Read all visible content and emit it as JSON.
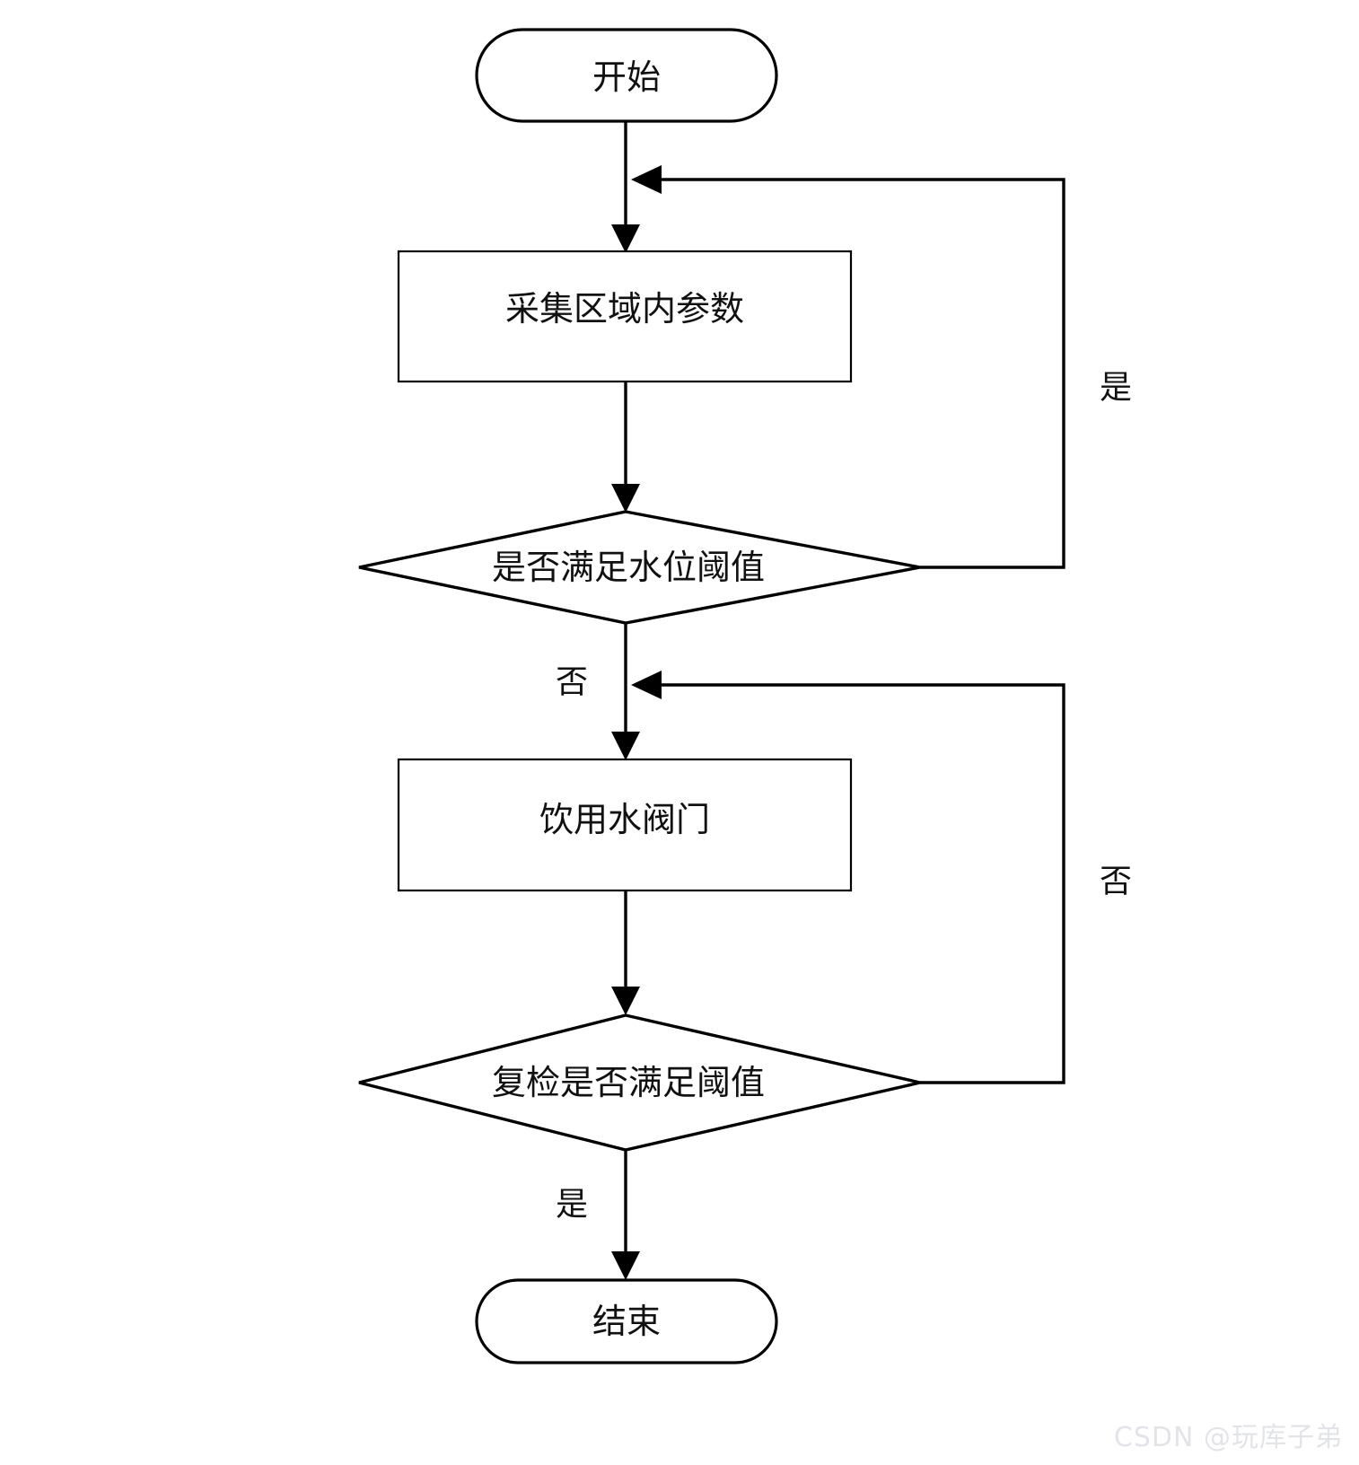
{
  "diagram": {
    "type": "flowchart",
    "title": "",
    "orientation": "top-to-bottom",
    "background_color": "#ffffff",
    "line_color": "#000000",
    "text_color": "#111111",
    "nodes": [
      {
        "id": "start",
        "shape": "terminator",
        "label": "开始"
      },
      {
        "id": "collect",
        "shape": "process",
        "label": "采集区域内参数"
      },
      {
        "id": "check1",
        "shape": "decision",
        "label": "是否满足水位阈值"
      },
      {
        "id": "valve",
        "shape": "process",
        "label": "饮用水阀门"
      },
      {
        "id": "check2",
        "shape": "decision",
        "label": "复检是否满足阈值"
      },
      {
        "id": "end",
        "shape": "terminator",
        "label": "结束"
      }
    ],
    "edges": [
      {
        "id": "e-start-collect",
        "from": "start",
        "to": "collect",
        "label": ""
      },
      {
        "id": "e-collect-check1",
        "from": "collect",
        "to": "check1",
        "label": ""
      },
      {
        "id": "e-check1-loop",
        "from": "check1",
        "to": "collect",
        "label": "是"
      },
      {
        "id": "e-check1-valve",
        "from": "check1",
        "to": "valve",
        "label": "否"
      },
      {
        "id": "e-valve-check2",
        "from": "valve",
        "to": "check2",
        "label": ""
      },
      {
        "id": "e-check2-loop",
        "from": "check2",
        "to": "valve",
        "label": "否"
      },
      {
        "id": "e-check2-end",
        "from": "check2",
        "to": "end",
        "label": "是"
      }
    ]
  },
  "watermark": {
    "text": "CSDN @玩库子弟"
  }
}
